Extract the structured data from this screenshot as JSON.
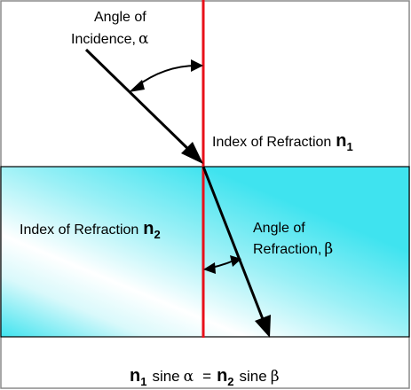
{
  "labels": {
    "incidence_line1": "Angle of",
    "incidence_line2": "Incidence,",
    "incidence_symbol": "α",
    "n1_label": "Index of Refraction",
    "n1_letter": "n",
    "n1_sub": "1",
    "n2_label": "Index of Refraction",
    "n2_letter": "n",
    "n2_sub": "2",
    "refraction_line1": "Angle of",
    "refraction_line2": "Refraction,",
    "refraction_symbol": "β"
  },
  "equation": {
    "n_left": "n",
    "n_left_sub": "1",
    "sine_left": "sine",
    "alpha": "α",
    "equals": "=",
    "n_right": "n",
    "n_right_sub": "2",
    "sine_right": "sine",
    "beta": "β"
  },
  "colors": {
    "normal_line": "#e8101a",
    "medium_light": "#ffffff",
    "medium_dark": "#3fe3ef",
    "ray": "#000000"
  }
}
